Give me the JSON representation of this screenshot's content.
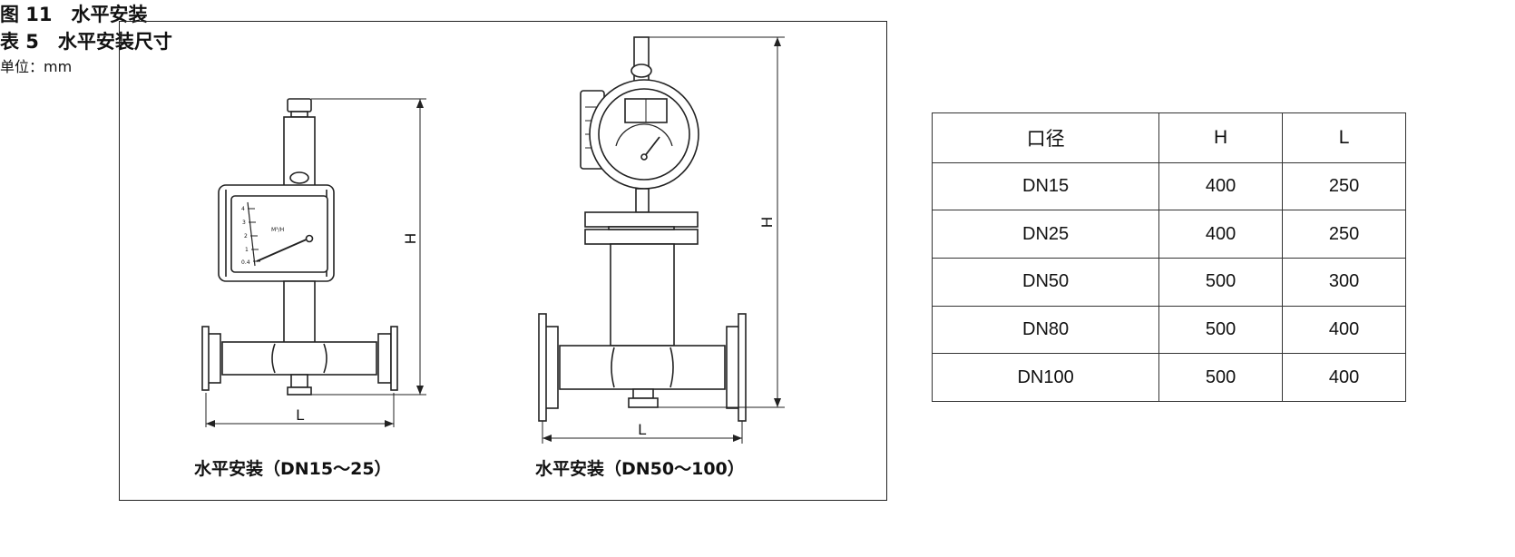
{
  "figure": {
    "left_caption": "水平安装（DN15～25）",
    "right_caption": "水平安装（DN50～100）",
    "caption": "图 11　水平安装",
    "dim_h": "H",
    "dim_l": "L",
    "small_meter_unit": "M³/H",
    "small_meter_scale": [
      "4",
      "3",
      "2",
      "1",
      "0.4"
    ]
  },
  "table": {
    "title": "表 5　水平安装尺寸",
    "unit": "单位：mm",
    "headers": [
      "口径",
      "H",
      "L"
    ],
    "rows": [
      [
        "DN15",
        "400",
        "250"
      ],
      [
        "DN25",
        "400",
        "250"
      ],
      [
        "DN50",
        "500",
        "300"
      ],
      [
        "DN80",
        "500",
        "400"
      ],
      [
        "DN100",
        "500",
        "400"
      ]
    ]
  }
}
